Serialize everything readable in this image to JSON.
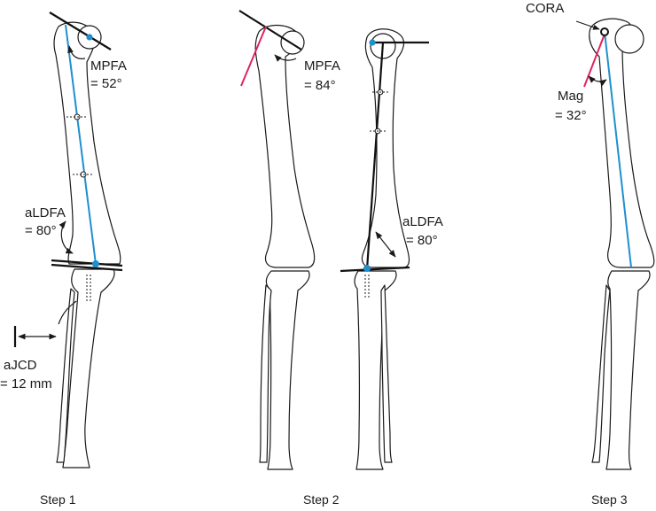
{
  "colors": {
    "axis_blue": "#1f8fcf",
    "line_red": "#e0245e",
    "ink": "#1a1a1a"
  },
  "steps": [
    {
      "caption": "Step 1",
      "labels": {
        "mpfa_name": "MPFA",
        "mpfa_value": "= 52°",
        "aldfa_name": "aLDFA",
        "aldfa_value": "= 80°",
        "ajcd_name": "aJCD",
        "ajcd_value": "= 12 mm"
      }
    },
    {
      "caption": "Step 2",
      "labels": {
        "mpfa_name": "MPFA",
        "mpfa_value": "= 84°",
        "aldfa_name": "aLDFA",
        "aldfa_value": "= 80°"
      }
    },
    {
      "caption": "Step 3",
      "labels": {
        "cora_name": "CORA",
        "mag_name": "Mag",
        "mag_value": "= 32°"
      }
    }
  ]
}
